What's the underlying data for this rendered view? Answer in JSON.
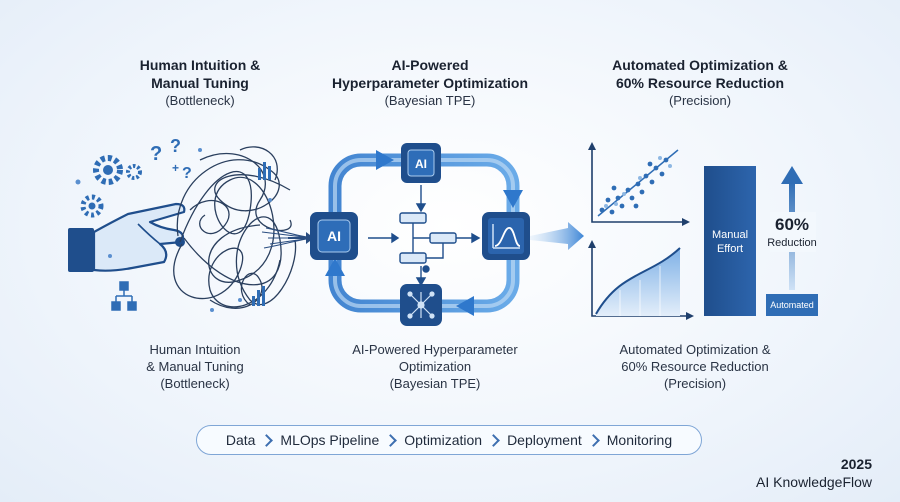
{
  "columns": [
    {
      "heading": {
        "title_line1": "Human Intuition &",
        "title_line2": "Manual Tuning",
        "sub": "(Bottleneck)"
      },
      "caption": [
        "Human Intuition",
        "& Manual Tuning",
        "(Bottleneck)"
      ]
    },
    {
      "heading": {
        "title_line1": "AI-Powered",
        "title_line2": "Hyperparameter Optimization",
        "sub": "(Bayesian TPE)"
      },
      "caption": [
        "AI-Powered Hyperparameter",
        "Optimization",
        "(Bayesian TPE)"
      ]
    },
    {
      "heading": {
        "title_line1": "Automated Optimization &",
        "title_line2": "60% Resource Reduction",
        "sub": "(Precision)"
      },
      "caption": [
        "Automated Optimization &",
        "60% Resource Reduction",
        "(Precision)"
      ]
    }
  ],
  "diagram": {
    "chip_label": "AI",
    "manual_bar_label": [
      "Manual",
      "Effort"
    ],
    "automated_bar_label": "Automated",
    "reduction": {
      "value": "60%",
      "label": "Reduction"
    }
  },
  "pipeline": [
    "Data",
    "MLOps Pipeline",
    "Optimization",
    "Deployment",
    "Monitoring"
  ],
  "footer": {
    "year": "2025",
    "brand": "AI KnowledgeFlow"
  },
  "colors": {
    "accent": "#2f6db5",
    "dark": "#1f4e8c",
    "light": "#d7e6f7"
  }
}
